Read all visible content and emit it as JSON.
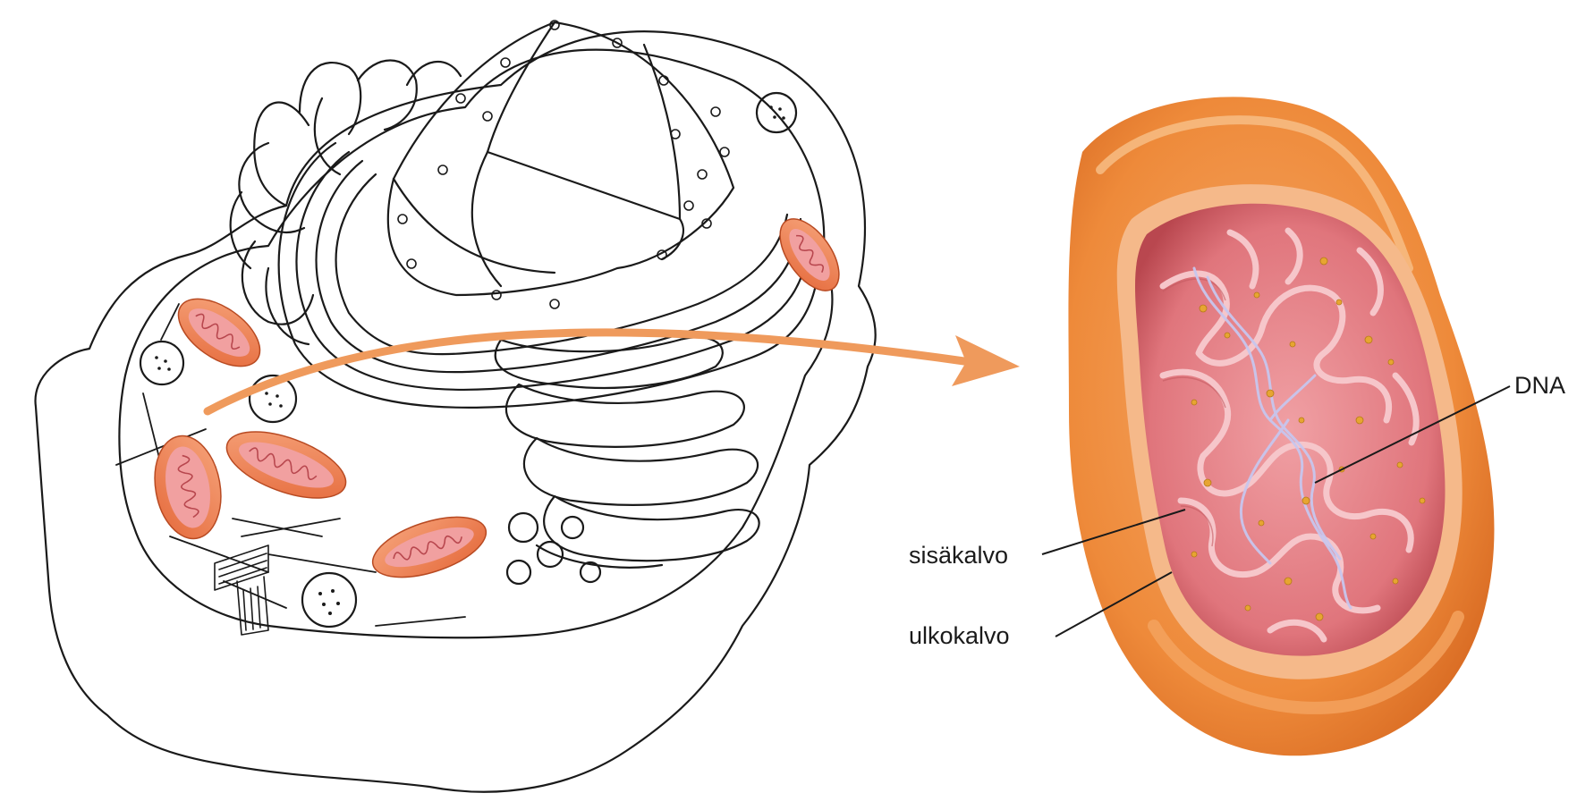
{
  "diagram": {
    "labels": {
      "dna": "DNA",
      "inner_membrane": "sisäkalvo",
      "outer_membrane": "ulkokalvo"
    },
    "colors": {
      "outline": "#1a1a1a",
      "arrow": "#ef9a5c",
      "outer_membrane": "#ee8a3a",
      "outer_membrane_dark": "#d86a22",
      "matrix": "#e8838a",
      "matrix_dark": "#c9585e",
      "cristae": "#f6c0c4",
      "dna_strand": "#c8c6ee",
      "granule": "#e7a531",
      "mito_small": "#ea7d4e"
    },
    "icons": [
      "cell-illustration",
      "mitochondrion-detail",
      "arrow"
    ]
  }
}
